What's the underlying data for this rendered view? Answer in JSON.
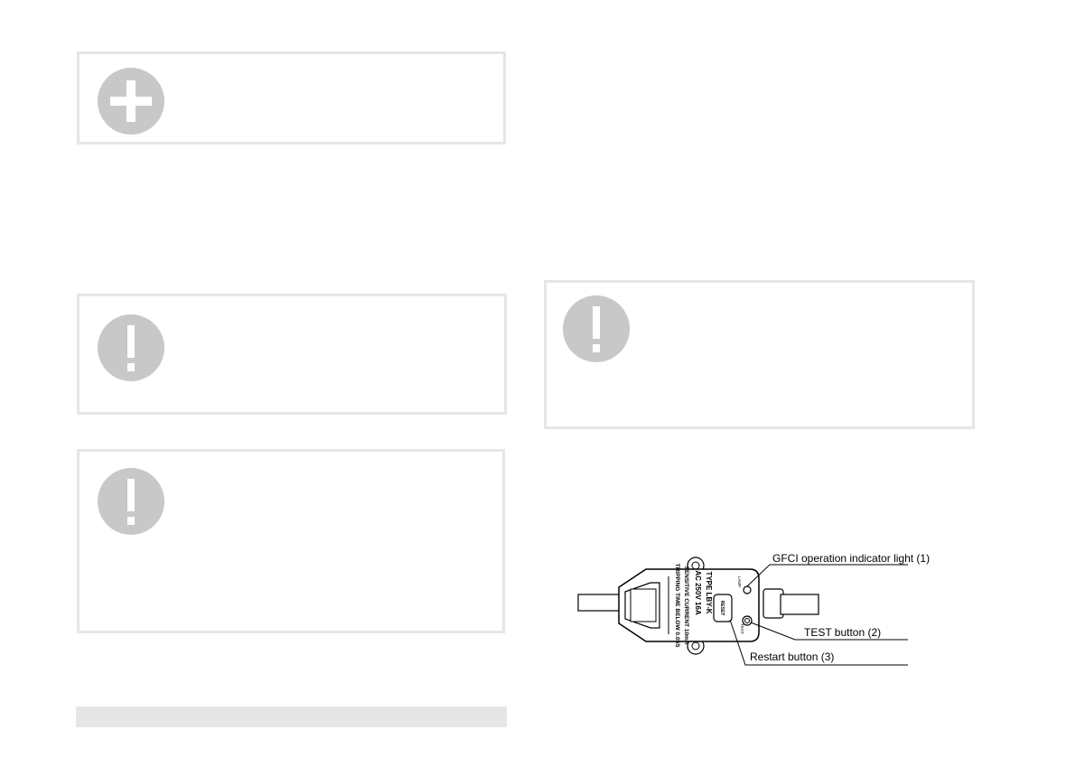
{
  "boxes": [
    {
      "id": "note-box",
      "icon": "plus-icon"
    },
    {
      "id": "caution-box-1",
      "icon": "exclamation-icon"
    },
    {
      "id": "caution-box-2",
      "icon": "exclamation-icon"
    },
    {
      "id": "caution-box-3",
      "icon": "exclamation-icon"
    }
  ],
  "diagram": {
    "device_label_lines": [
      "TYPE LBY-K",
      "AC 250V 16A",
      "SENSITIVE CURRENT 10mA",
      "TRIPPING TIME BELOW 0.05S"
    ],
    "small_labels": {
      "lamp": "LAMP",
      "reset": "RESET",
      "test": "TEST"
    },
    "callouts": {
      "indicator": "GFCI operation indicator light (1)",
      "test": "TEST button (2)",
      "restart": "Restart button (3)"
    }
  },
  "colors": {
    "box_border": "#e6e6e6",
    "icon_fill": "#c8c8c8",
    "footer_bar": "#e6e6e6"
  }
}
